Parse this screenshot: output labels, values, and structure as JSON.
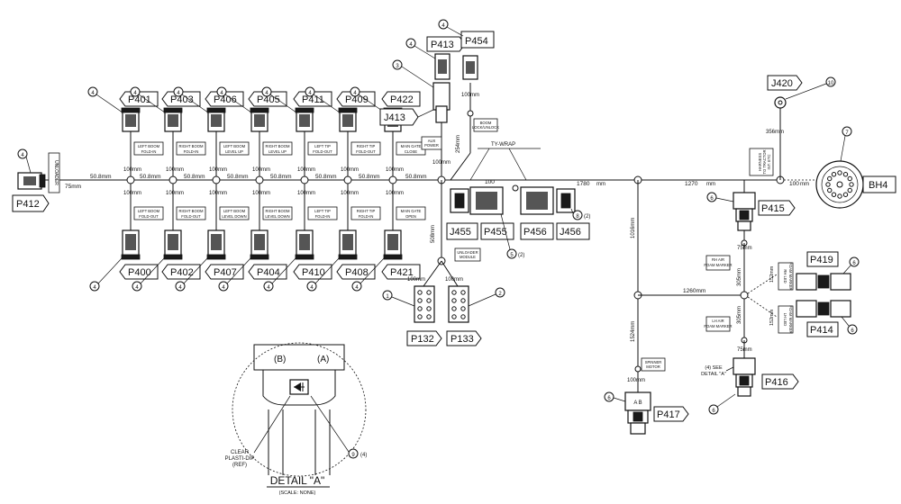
{
  "labels": {
    "P401": "P401",
    "P403": "P403",
    "P406": "P406",
    "P405": "P405",
    "P411": "P411",
    "P409": "P409",
    "P422": "P422",
    "P400": "P400",
    "P402": "P402",
    "P407": "P407",
    "P404": "P404",
    "P410": "P410",
    "P408": "P408",
    "P421": "P421",
    "P412": "P412",
    "P413": "P413",
    "P454": "P454",
    "J413": "J413",
    "J455": "J455",
    "P455": "P455",
    "P456": "P456",
    "J456": "J456",
    "P132": "P132",
    "P133": "P133",
    "J420": "J420",
    "BH4": "BH4",
    "P415": "P415",
    "P419": "P419",
    "P414": "P414",
    "P416": "P416",
    "P417": "P417"
  },
  "notes": {
    "top": [
      [
        "LEFT BOOM",
        "FOLD-IN"
      ],
      [
        "RIGHT BOOM",
        "FOLD-IN"
      ],
      [
        "LEFT BOOM",
        "LEVEL UP"
      ],
      [
        "RIGHT BOOM",
        "LEVEL UP"
      ],
      [
        "LEFT TIP",
        "FOLD-OUT"
      ],
      [
        "RIGHT TIP",
        "FOLD-OUT"
      ],
      [
        "MAIN GATE",
        "CLOSE"
      ]
    ],
    "bottom": [
      [
        "LEFT BOOM",
        "FOLD-OUT"
      ],
      [
        "RIGHT BOOM",
        "FOLD-OUT"
      ],
      [
        "LEFT BOOM",
        "LEVEL DOWN"
      ],
      [
        "RIGHT BOOM",
        "LEVEL DOWN"
      ],
      [
        "LEFT TIP",
        "FOLD-IN"
      ],
      [
        "RIGHT TIP",
        "FOLD-IN"
      ],
      [
        "MAIN GATE",
        "OPEN"
      ]
    ],
    "unloader": "UNLOADER",
    "aux_power": [
      "AUX",
      "POWER"
    ],
    "boom_lock": [
      "BOOM",
      "LOCK/UNLOCK"
    ],
    "ty_wrap": "TY-WRAP",
    "unloader_module": [
      "UNLOADER",
      "MODULE"
    ],
    "harness_to_sectional": [
      "HARNESS",
      "TO TRACTOR",
      "INT. ETC"
    ],
    "rh_air": [
      "RH AIR",
      "FOAM MARKER"
    ],
    "lh_air": [
      "LH AIR",
      "FOAM MARKER"
    ],
    "rh_led": [
      "RH LED",
      "FOAM MARKER"
    ],
    "lh_led": [
      "LH LED",
      "FOAM MARKER"
    ],
    "spinner_motor": [
      "SPINNER",
      "MOTOR"
    ],
    "see_detail": [
      "(4) SEE",
      "DETAIL \"A\""
    ]
  },
  "dims": {
    "d75": "75mm",
    "d50_8": "50.8mm",
    "d100": "100mm",
    "d254": "254mm",
    "d508": "508mm",
    "d100_top": "100mm",
    "d100_sp": "100",
    "d1780": "1780",
    "mm": "mm",
    "d1270": "1270",
    "d356": "356",
    "d100_r": "100",
    "d75r": "75mm",
    "d1016": "1016mm",
    "d1524": "1524mm",
    "d1260": "1260mm",
    "d305": "305mm",
    "d152": "152mm"
  },
  "balloons": {
    "b1": "1",
    "b2": "2",
    "b3": "3",
    "b4": "4",
    "b5": "5",
    "b5q": "(2)",
    "b6": "6",
    "b7": "7",
    "b8": "8",
    "b8q": "(2)",
    "b9": "9",
    "b9q": "(4)",
    "b10": "10"
  },
  "detail": {
    "title": "DETAIL \"A\"",
    "scale": "(SCALE: NONE)",
    "B": "(B)",
    "A": "(A)",
    "clear_dip": [
      "CLEAR",
      "PLASTI-DIP",
      "(REF)"
    ],
    "ab": "A  B"
  }
}
